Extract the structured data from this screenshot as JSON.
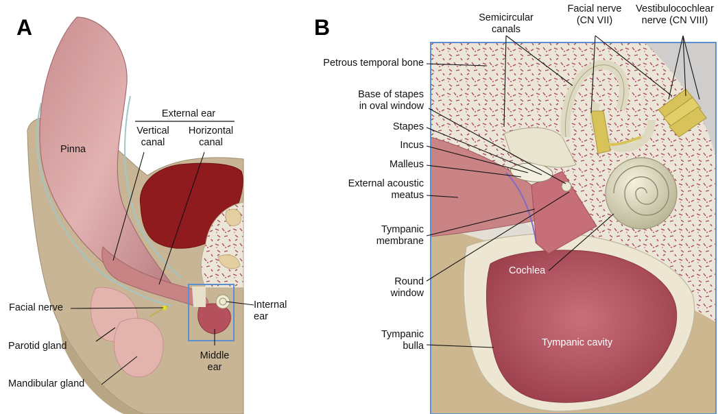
{
  "panel_a": {
    "letter": "A",
    "header": "External ear",
    "labels": {
      "pinna": "Pinna",
      "vertical_canal_1": "Vertical",
      "vertical_canal_2": "canal",
      "horizontal_canal_1": "Horizontal",
      "horizontal_canal_2": "canal",
      "facial_nerve": "Facial nerve",
      "parotid_gland": "Parotid gland",
      "mandibular_gland": "Mandibular gland",
      "internal_ear_1": "Internal",
      "internal_ear_2": "ear",
      "middle_ear_1": "Middle",
      "middle_ear_2": "ear"
    }
  },
  "panel_b": {
    "letter": "B",
    "labels": {
      "semicircular_1": "Semicircular",
      "semicircular_2": "canals",
      "facial_nerve_1": "Facial nerve",
      "facial_nerve_2": "(CN VII)",
      "vestibulo_1": "Vestibulocochlear",
      "vestibulo_2": "nerve (CN VIII)",
      "petrous": "Petrous temporal bone",
      "base_stapes_1": "Base of stapes",
      "base_stapes_2": "in oval window",
      "stapes": "Stapes",
      "incus": "Incus",
      "malleus": "Malleus",
      "eam_1": "External acoustic",
      "eam_2": "meatus",
      "tympanic_membrane_1": "Tympanic",
      "tympanic_membrane_2": "membrane",
      "round_window_1": "Round",
      "round_window_2": "window",
      "tympanic_bulla_1": "Tympanic",
      "tympanic_bulla_2": "bulla",
      "cochlea": "Cochlea",
      "tympanic_cavity": "Tympanic cavity"
    }
  },
  "colors": {
    "skin": "#c9b89a",
    "pinna": "#d59e9e",
    "canal": "#c98b8b",
    "muscle": "#8f1b1e",
    "bone": "#e9e4cf",
    "gland": "#e6b5b0",
    "cavity": "#b5505d",
    "frame_blue": "#5b8fd0",
    "nerve": "#d8c25a"
  }
}
